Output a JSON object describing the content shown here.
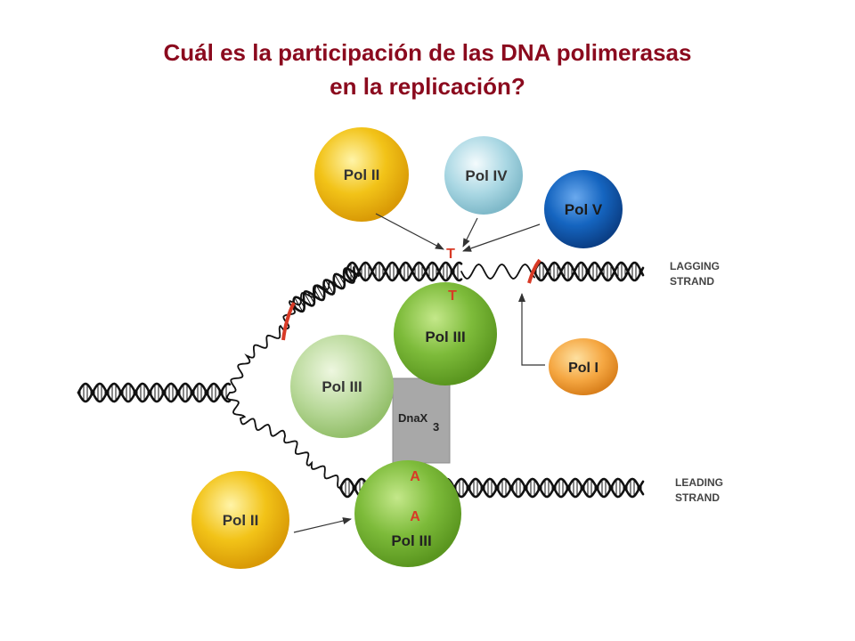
{
  "title": {
    "line1": "Cuál es la participación de las DNA polimerasas",
    "line2": "en la replicación?"
  },
  "polymerases": {
    "pol2_top": "Pol II",
    "pol4": "Pol IV",
    "pol5": "Pol V",
    "pol3_lagging": "Pol III",
    "pol3_left": "Pol III",
    "pol1": "Pol I",
    "pol3_leading": "Pol III",
    "pol2_bottom": "Pol II"
  },
  "clamp": {
    "label": "DnaX",
    "subscript": "3"
  },
  "bases": {
    "t_top": "T",
    "t_bottom": "T",
    "a_top": "A",
    "a_bottom": "A"
  },
  "strands": {
    "lagging_line1": "LAGGING",
    "lagging_line2": "STRAND",
    "leading_line1": "LEADING",
    "leading_line2": "STRAND"
  },
  "colors": {
    "title": "#8b0a1e",
    "pol2": "#f2c318",
    "pol4": "#a9d7e3",
    "pol5": "#1565c0",
    "pol3": "#7dbb3a",
    "pol3_light": "#b9d99a",
    "pol1": "#f5a742",
    "dnax": "#a8a8a8",
    "base_red": "#d83a26"
  }
}
